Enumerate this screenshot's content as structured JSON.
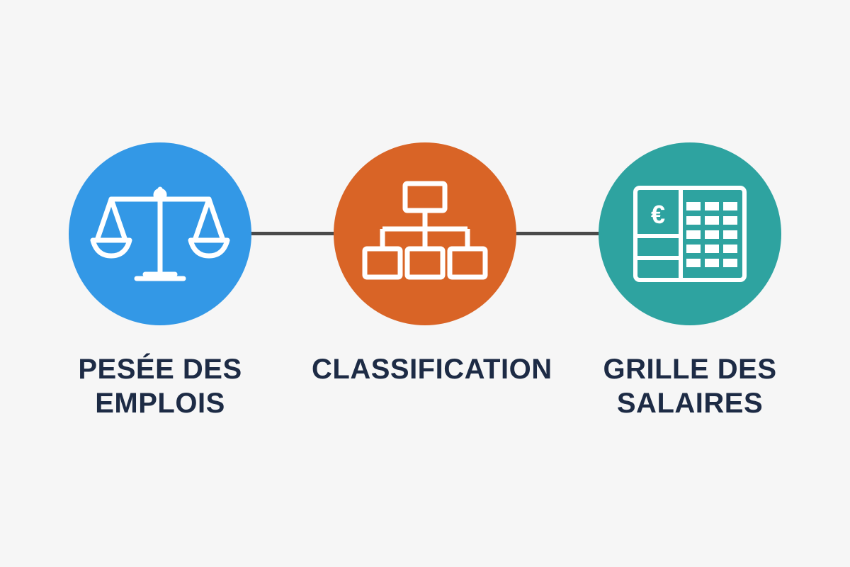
{
  "steps": [
    {
      "label_lines": [
        "PESÉE DES",
        "EMPLOIS"
      ],
      "color": "#3398e6",
      "icon": "balance-scale-icon"
    },
    {
      "label_lines": [
        "CLASSIFICATION"
      ],
      "color": "#d96426",
      "icon": "org-chart-icon"
    },
    {
      "label_lines": [
        "GRILLE DES",
        "SALAIRES"
      ],
      "color": "#2ea3a0",
      "icon": "euro-salary-grid-icon",
      "icon_symbol": "€"
    }
  ],
  "colors": {
    "text": "#1d2b45",
    "connector": "#4a4a4a",
    "background": "#f6f6f6"
  }
}
